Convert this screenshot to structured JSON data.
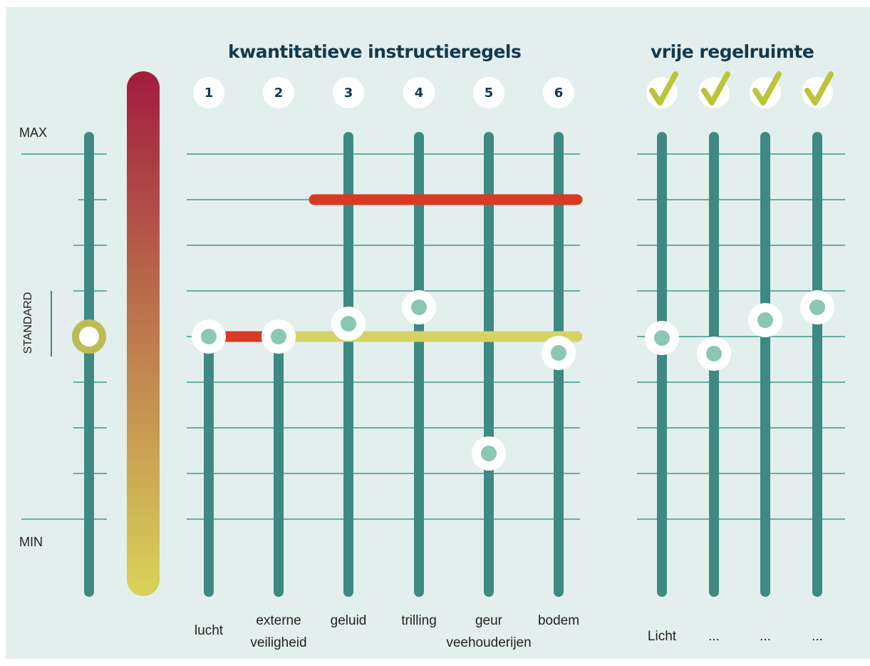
{
  "headings": {
    "quantitative": "kwantitatieve instructieregels",
    "free_space": "vrije regelruimte"
  },
  "scale_labels": {
    "max": "MAX",
    "standard": "STANDARD",
    "min": "MIN"
  },
  "rules": [
    {
      "number": "1",
      "label_line1": "",
      "label_line2": "lucht",
      "level": "standard"
    },
    {
      "number": "2",
      "label_line1": "externe",
      "label_line2": "veiligheid",
      "level": "standard"
    },
    {
      "number": "3",
      "label_line1": "geluid",
      "label_line2": "",
      "level": "above standard"
    },
    {
      "number": "4",
      "label_line1": "trilling",
      "label_line2": "",
      "level": "above standard"
    },
    {
      "number": "5",
      "label_line1": "geur",
      "label_line2": "veehouderijen",
      "level": "below standard"
    },
    {
      "number": "6",
      "label_line1": "bodem",
      "label_line2": "",
      "level": "below standard"
    }
  ],
  "free_space": [
    {
      "label": "Licht",
      "icon": "check-icon"
    },
    {
      "label": "...",
      "icon": "check-icon"
    },
    {
      "label": "...",
      "icon": "check-icon"
    },
    {
      "label": "...",
      "icon": "check-icon"
    }
  ],
  "colors": {
    "background": "#e3efed",
    "track": "#3e8a82",
    "grid_line": "#63b0a4",
    "dot": "#8ac7b4",
    "red_bar": "#d93a23",
    "yellow_bar": "#d5d366",
    "gradient_top": "#a31c3e",
    "gradient_bottom": "#d9d35a",
    "check": "#bcc43c",
    "heading": "#123a4e"
  }
}
